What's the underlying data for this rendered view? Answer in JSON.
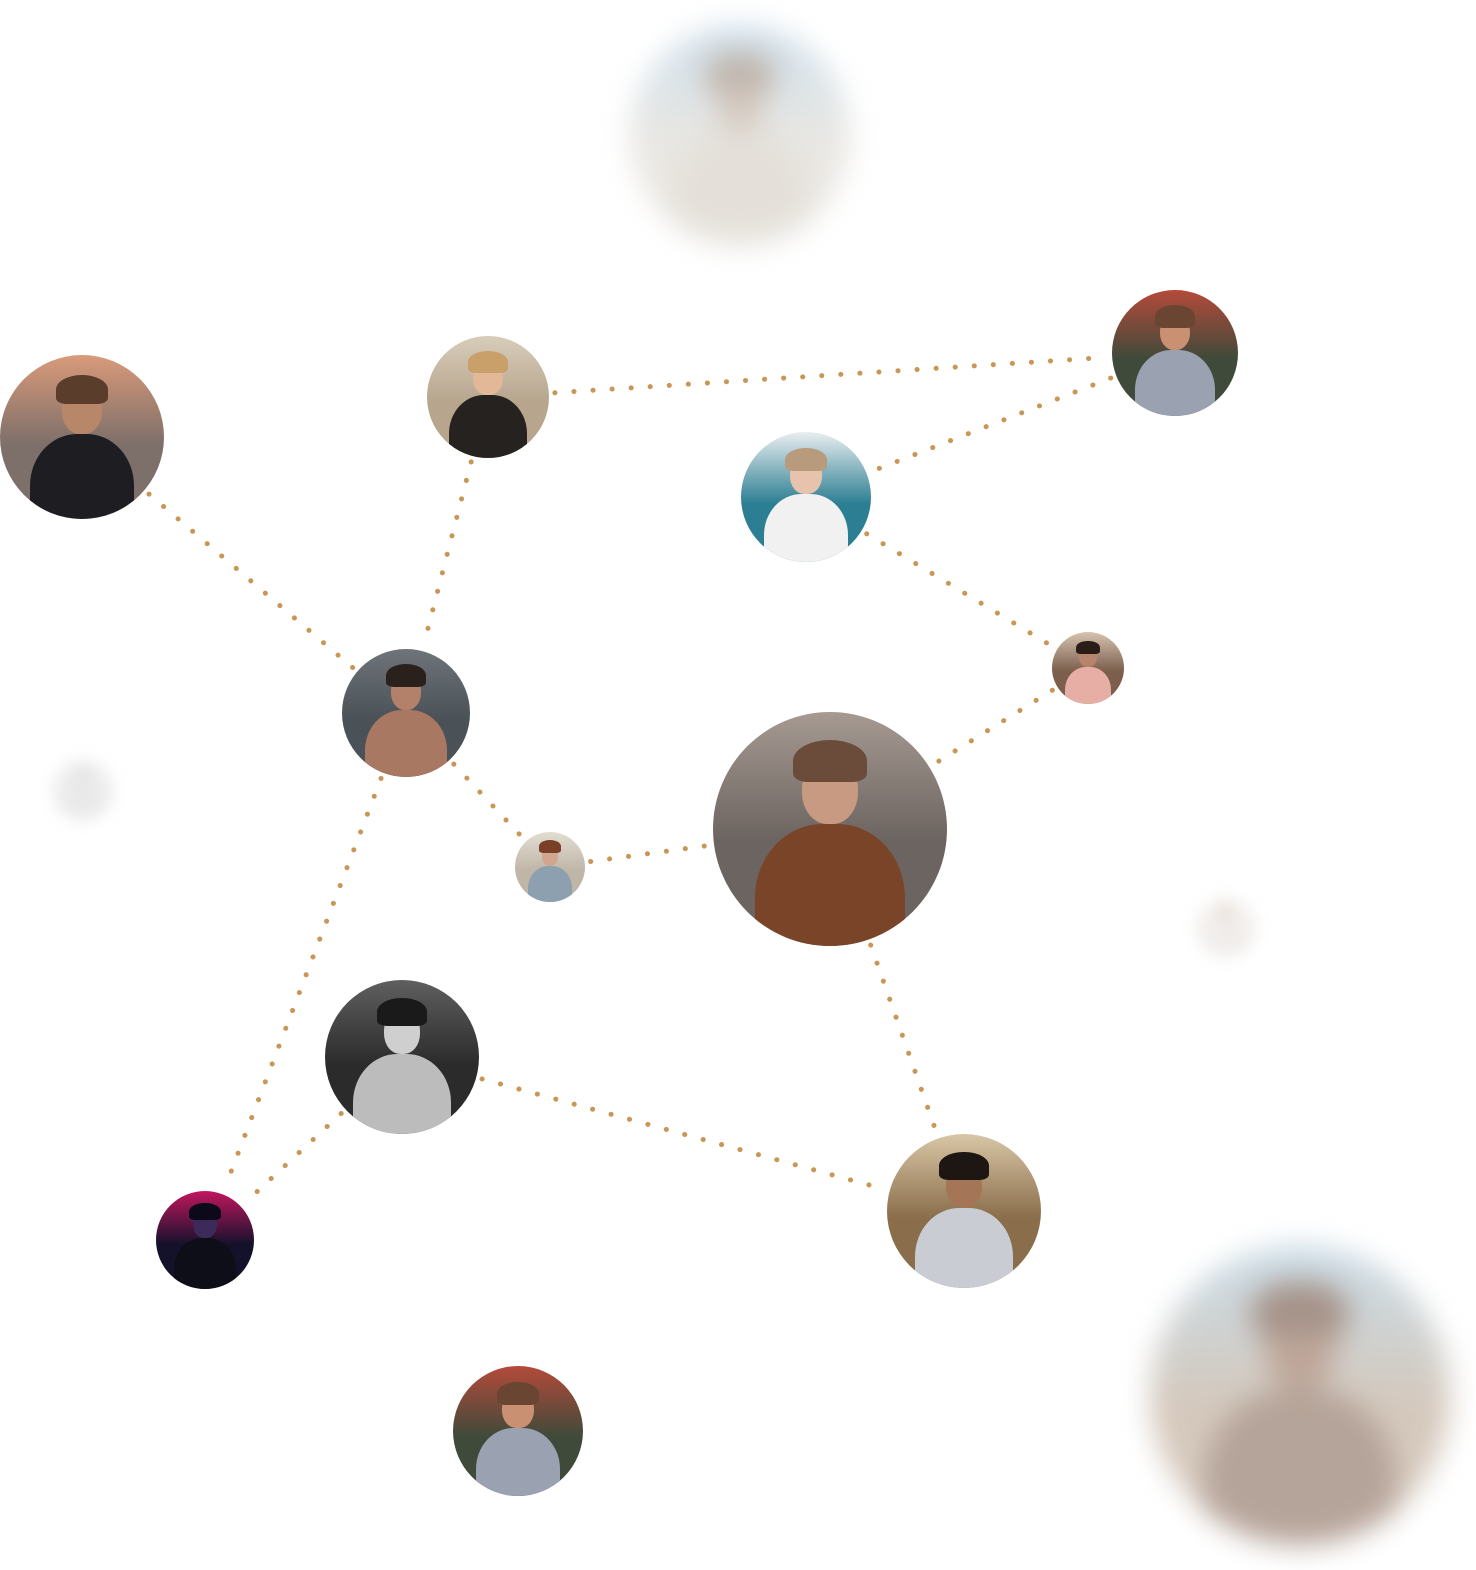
{
  "edge_color": "#c99656",
  "nodes": [
    {
      "id": "woman-wall",
      "bg": "#7d6f6a",
      "sky": "#d99a7a",
      "skin": "#b8876a",
      "hair": "#5a3d2a",
      "clothes": "#1e1e22"
    },
    {
      "id": "woman-desk",
      "bg": "#b7a58d",
      "sky": "#d8cdbb",
      "skin": "#e2b898",
      "hair": "#c9a06a",
      "clothes": "#26221f"
    },
    {
      "id": "man-city-top",
      "bg": "#3f4a3a",
      "sky": "#b44a3a",
      "skin": "#c99072",
      "hair": "#6a4532",
      "clothes": "#9aa2b2"
    },
    {
      "id": "man-smoking",
      "bg": "#2c7f93",
      "sky": "#e9eef0",
      "skin": "#e7c2ac",
      "hair": "#b89a7d",
      "clothes": "#f1f1f1"
    },
    {
      "id": "woman-cafe",
      "bg": "#7b5e4c",
      "sky": "#d6c2b0",
      "skin": "#b7846b",
      "hair": "#2a1d18",
      "clothes": "#e6aea4"
    },
    {
      "id": "man-shirtless",
      "bg": "#4b5257",
      "sky": "#6e7479",
      "skin": "#b3816a",
      "hair": "#2a211d",
      "clothes": "#a97863"
    },
    {
      "id": "man-jacket",
      "bg": "#6c6460",
      "sky": "#a69a92",
      "skin": "#c89a82",
      "hair": "#6b4c3a",
      "clothes": "#7a4428"
    },
    {
      "id": "woman-small",
      "bg": "#bfb6a7",
      "sky": "#e3ddd2",
      "skin": "#d2a58e",
      "hair": "#7a3f27",
      "clothes": "#8da0b0"
    },
    {
      "id": "woman-bw",
      "bg": "#2b2b2b",
      "sky": "#5f5f5f",
      "skin": "#cfcfcf",
      "hair": "#1a1a1a",
      "clothes": "#bcbcbc"
    },
    {
      "id": "man-neon",
      "bg": "#14112b",
      "sky": "#c0175e",
      "skin": "#3b2a5a",
      "hair": "#0c0a1a",
      "clothes": "#0e0e18"
    },
    {
      "id": "man-flowers",
      "bg": "#8a6d4b",
      "sky": "#d8c6a6",
      "skin": "#a57558",
      "hair": "#1d1612",
      "clothes": "#c9cdd3"
    },
    {
      "id": "man-city-bottom",
      "bg": "#3f4a3a",
      "sky": "#b44a3a",
      "skin": "#c99072",
      "hair": "#6a4532",
      "clothes": "#9aa2b2"
    },
    {
      "id": "blur-top",
      "bg": "#d9d4cc",
      "sky": "#a9c7dc",
      "skin": "#b3a08e",
      "hair": "#8c7a6a",
      "clothes": "#cfc7bb"
    },
    {
      "id": "blur-left",
      "bg": "#c6c6c6",
      "sky": "#dadada",
      "skin": "#bdbdbd",
      "hair": "#a7a7a7",
      "clothes": "#c1c1c1"
    },
    {
      "id": "blur-right",
      "bg": "#d8cfc8",
      "sky": "#ece6e0",
      "skin": "#cfb7a8",
      "hair": "#b89d8a",
      "clothes": "#d5ccc6"
    },
    {
      "id": "blur-bottom",
      "bg": "#b39c86",
      "sky": "#9fc0d4",
      "skin": "#8a5f47",
      "hair": "#5e3b2a",
      "clothes": "#7a5a46"
    }
  ],
  "edges": [
    [
      "woman-desk",
      "man-city-top"
    ],
    [
      "man-city-top",
      "man-smoking"
    ],
    [
      "man-smoking",
      "woman-cafe"
    ],
    [
      "woman-cafe",
      "man-jacket"
    ],
    [
      "woman-desk",
      "man-shirtless"
    ],
    [
      "woman-wall",
      "man-shirtless"
    ],
    [
      "man-shirtless",
      "woman-small"
    ],
    [
      "woman-small",
      "man-jacket"
    ],
    [
      "man-shirtless",
      "man-neon"
    ],
    [
      "woman-bw",
      "man-neon"
    ],
    [
      "woman-bw",
      "man-flowers"
    ],
    [
      "man-jacket",
      "man-flowers"
    ]
  ]
}
